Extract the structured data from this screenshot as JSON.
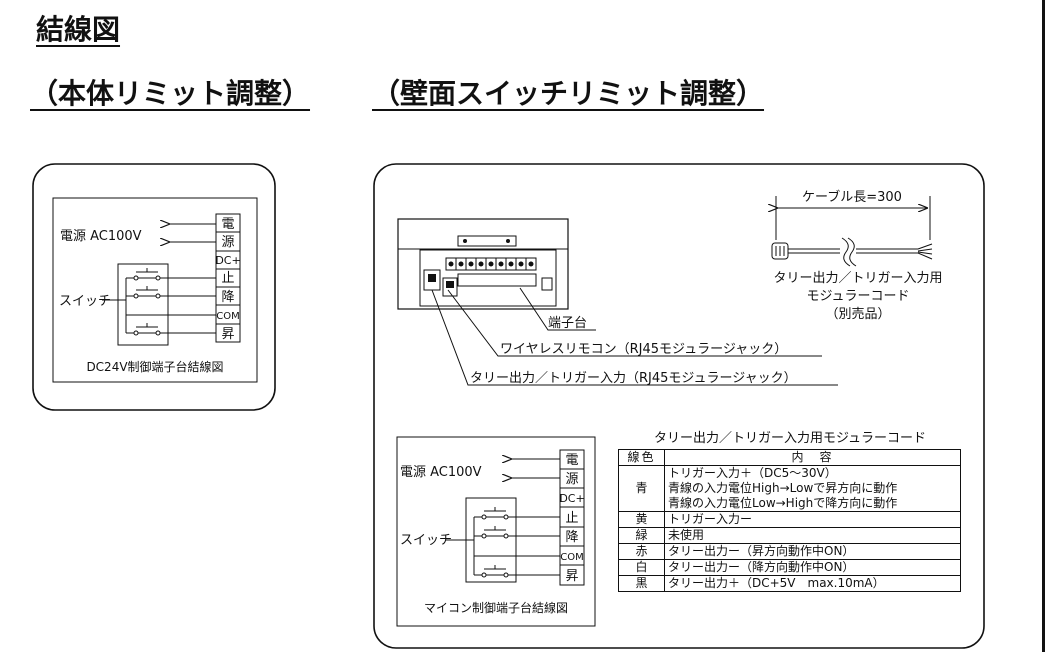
{
  "headings": {
    "title": "結線図",
    "left": "（本体リミット調整）",
    "right": "（壁面スイッチリミット調整）"
  },
  "terminal_labels": [
    "電",
    "源",
    "DC+",
    "止",
    "降",
    "COM",
    "昇"
  ],
  "left_diagram": {
    "power_label": "電源  AC100V",
    "switch_label": "スイッチ",
    "caption": "DC24V制御端子台結線図"
  },
  "right_panel": {
    "terminal_block_label": "端子台",
    "wireless_label": "ワイヤレスリモコン（RJ45モジュラージャック）",
    "tally_label": "タリー出力／トリガー入力（RJ45モジュラージャック）",
    "cable_length_label": "ケーブル長=300",
    "cable_caption_1": "タリー出力／トリガー入力用",
    "cable_caption_2": "モジュラーコード",
    "cable_caption_3": "（別売品）",
    "mini_diagram": {
      "power_label": "電源  AC100V",
      "switch_label": "スイッチ",
      "caption": "マイコン制御端子台結線図"
    },
    "table": {
      "title": "タリー出力／トリガー入力用モジュラーコード",
      "headers": [
        "線色",
        "内　容"
      ],
      "rows": [
        {
          "color": "青",
          "lines": [
            "トリガー入力＋（DC5～30V）",
            "青線の入力電位High→Lowで昇方向に動作",
            "青線の入力電位Low→Highで降方向に動作"
          ]
        },
        {
          "color": "黄",
          "lines": [
            "トリガー入力ー"
          ]
        },
        {
          "color": "緑",
          "lines": [
            "未使用"
          ]
        },
        {
          "color": "赤",
          "lines": [
            "タリー出力ー（昇方向動作中ON）"
          ]
        },
        {
          "color": "白",
          "lines": [
            "タリー出力ー（降方向動作中ON）"
          ]
        },
        {
          "color": "黒",
          "lines": [
            "タリー出力＋（DC+5V　max.10mA）"
          ]
        }
      ]
    }
  }
}
